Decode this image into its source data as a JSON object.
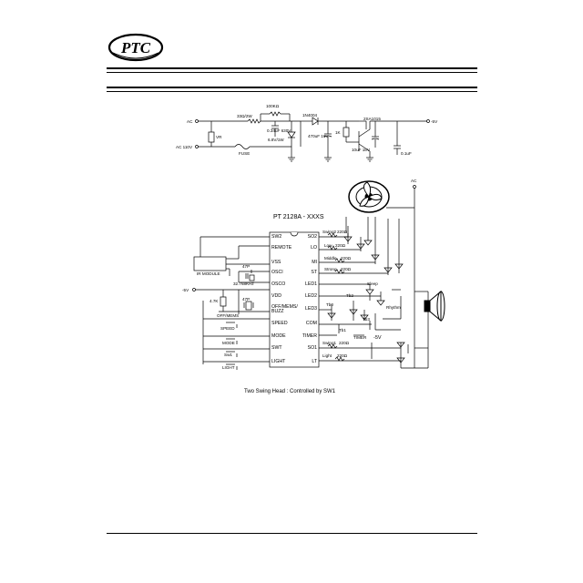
{
  "header": {
    "logo_text": "PTC"
  },
  "diagram": {
    "chip_label": "PT 2128A - XXXS",
    "left_pins": [
      "SW2",
      "REMOTE",
      "VSS",
      "OSCI",
      "OSCO",
      "VDD",
      "OFF/MEMS/ BUZZ",
      "SPEED",
      "MODE",
      "SWT",
      "LIGHT"
    ],
    "right_pins": [
      "SO2",
      "LO",
      "MI",
      "ST",
      "LED1",
      "LED2",
      "LED3",
      "COM",
      "TIMER",
      "SO1",
      "LT"
    ],
    "psu": {
      "ac": "AC",
      "ac_110v": "AC 110V",
      "vr": "VR",
      "res_33": "33Ω/2W",
      "res_100k": "100KΩ",
      "cap_034": "0.34uF 630V",
      "zener": "6.8V/1W",
      "fuse": "FUSE",
      "diode": "1N4004",
      "cap_470": "470uF 16V",
      "transistor": "2SA1015",
      "res_1k": "1K",
      "cap_10": "10uF 16V",
      "cap_01": "0.1uF",
      "minus5v": "-5V"
    },
    "left_parts": {
      "ir_module": "IR MODULE",
      "cap_47p_1": "47P",
      "crystal": "32.768KHz",
      "cap_47p_2": "47P",
      "res_47k": "4.7K",
      "minus5v": "-5V",
      "off_mems": "OFF/MEMS",
      "speed": "SPEED",
      "mode": "MODE",
      "sw1": "Sw1",
      "light": "LIGHT"
    },
    "right_parts": {
      "ac": "AC",
      "swing2": "Swing2",
      "low": "Low",
      "middle": "Middle",
      "strong": "Strong",
      "r220_1": "220Ω",
      "r220_2": "220Ω",
      "r220_3": "220Ω",
      "r220_4": "220Ω",
      "r220_5": "220Ω",
      "r220_6": "220Ω",
      "sleep": "Sleep",
      "rhythm": "Rhythm",
      "tb0": "Tb0",
      "tb1": "Tb1",
      "tb2": "Tb2",
      "tb3": "Tb3",
      "timer": "TIMER",
      "minus5v": "-5V",
      "swing1": "Swing1",
      "light": "Light"
    }
  },
  "caption": "Two Swing Head : Controlled by SW1"
}
